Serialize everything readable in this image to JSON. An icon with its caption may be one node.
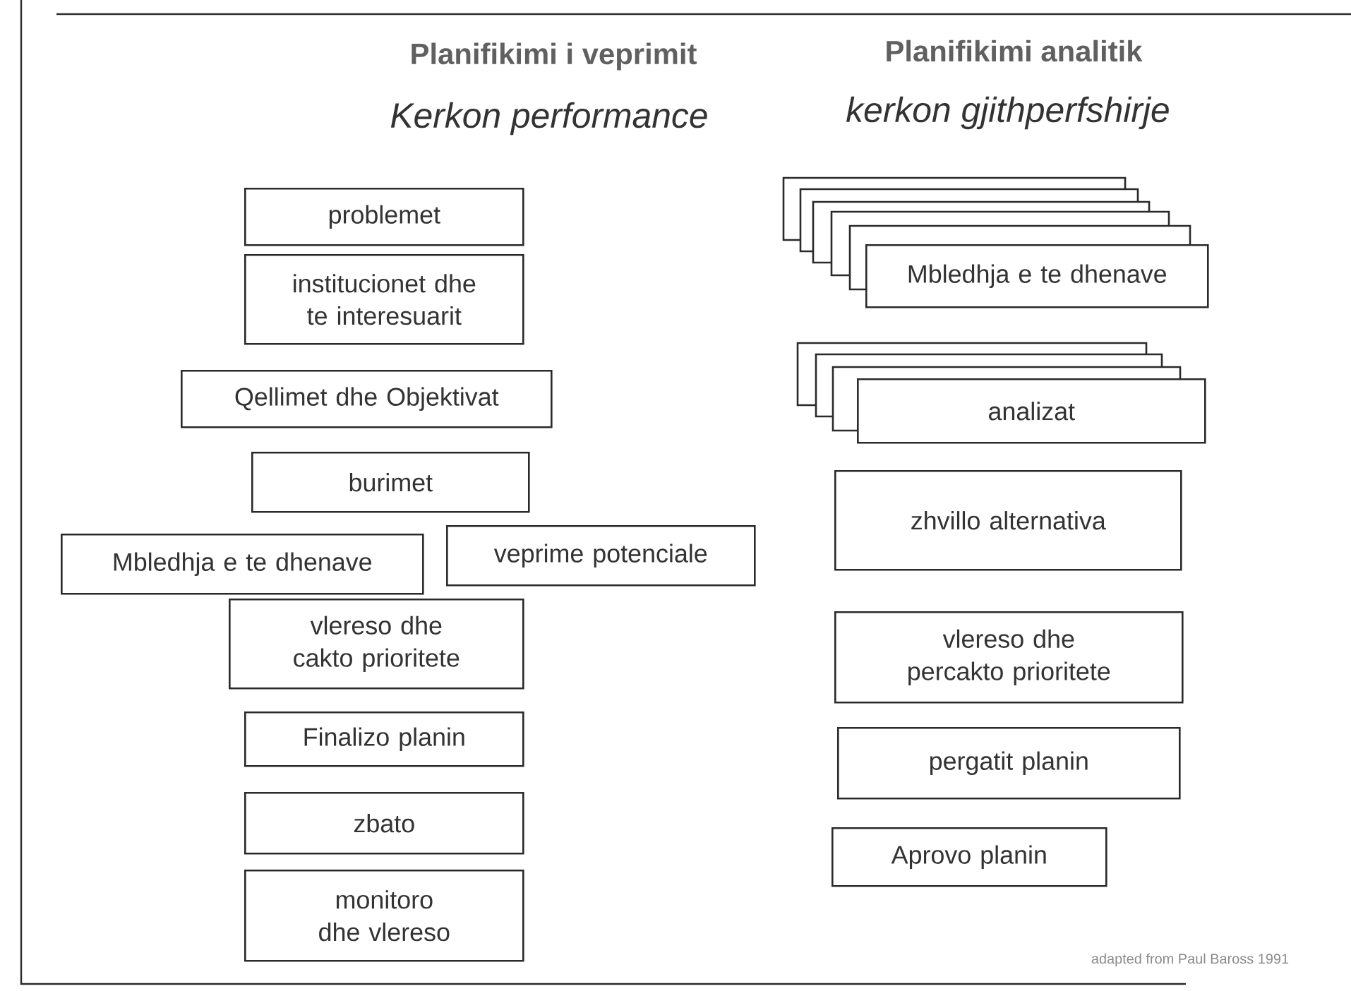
{
  "diagram": {
    "nodes": [
      {
        "text": [
          "problemet"
        ]
      },
      {
        "text": [
          "institucionet dhe te interesuarit"
        ]
      },
      {
        "text": [
          "Qellimet dhe Objektivat"
        ]
      },
      {
        "text": [
          "burimet"
        ]
      },
      {
        "text": [
          "Mbledhja e te dhenave"
        ]
      },
      {
        "text": [
          "veprime potenciale"
        ]
      },
      {
        "text": [
          "vlereso dhe cakto prioritete"
        ]
      },
      {
        "text": [
          "Finalizo planin"
        ]
      },
      {
        "text": [
          "zbato"
        ]
      },
      {
        "text": [
          "monitoro dhe vlereso"
        ]
      },
      {
        "text": [
          "Mbledhja e te dhenave"
        ]
      },
      {
        "text": [
          "analizat"
        ]
      },
      {
        "text": [
          "zhvillo alternativa"
        ]
      },
      {
        "text": [
          "vlereso dhe percakto prioritete"
        ]
      },
      {
        "text": [
          "pergatit planin"
        ]
      },
      {
        "text": [
          "Aprovo planin"
        ]
      }
    ],
    "labels": [
      "Planifikimi i veprimit",
      "Kerkon performance",
      "Planifikimi analitik",
      "kerkon gjithperfshirje",
      "adapted from Paul Baross 1991"
    ]
  }
}
